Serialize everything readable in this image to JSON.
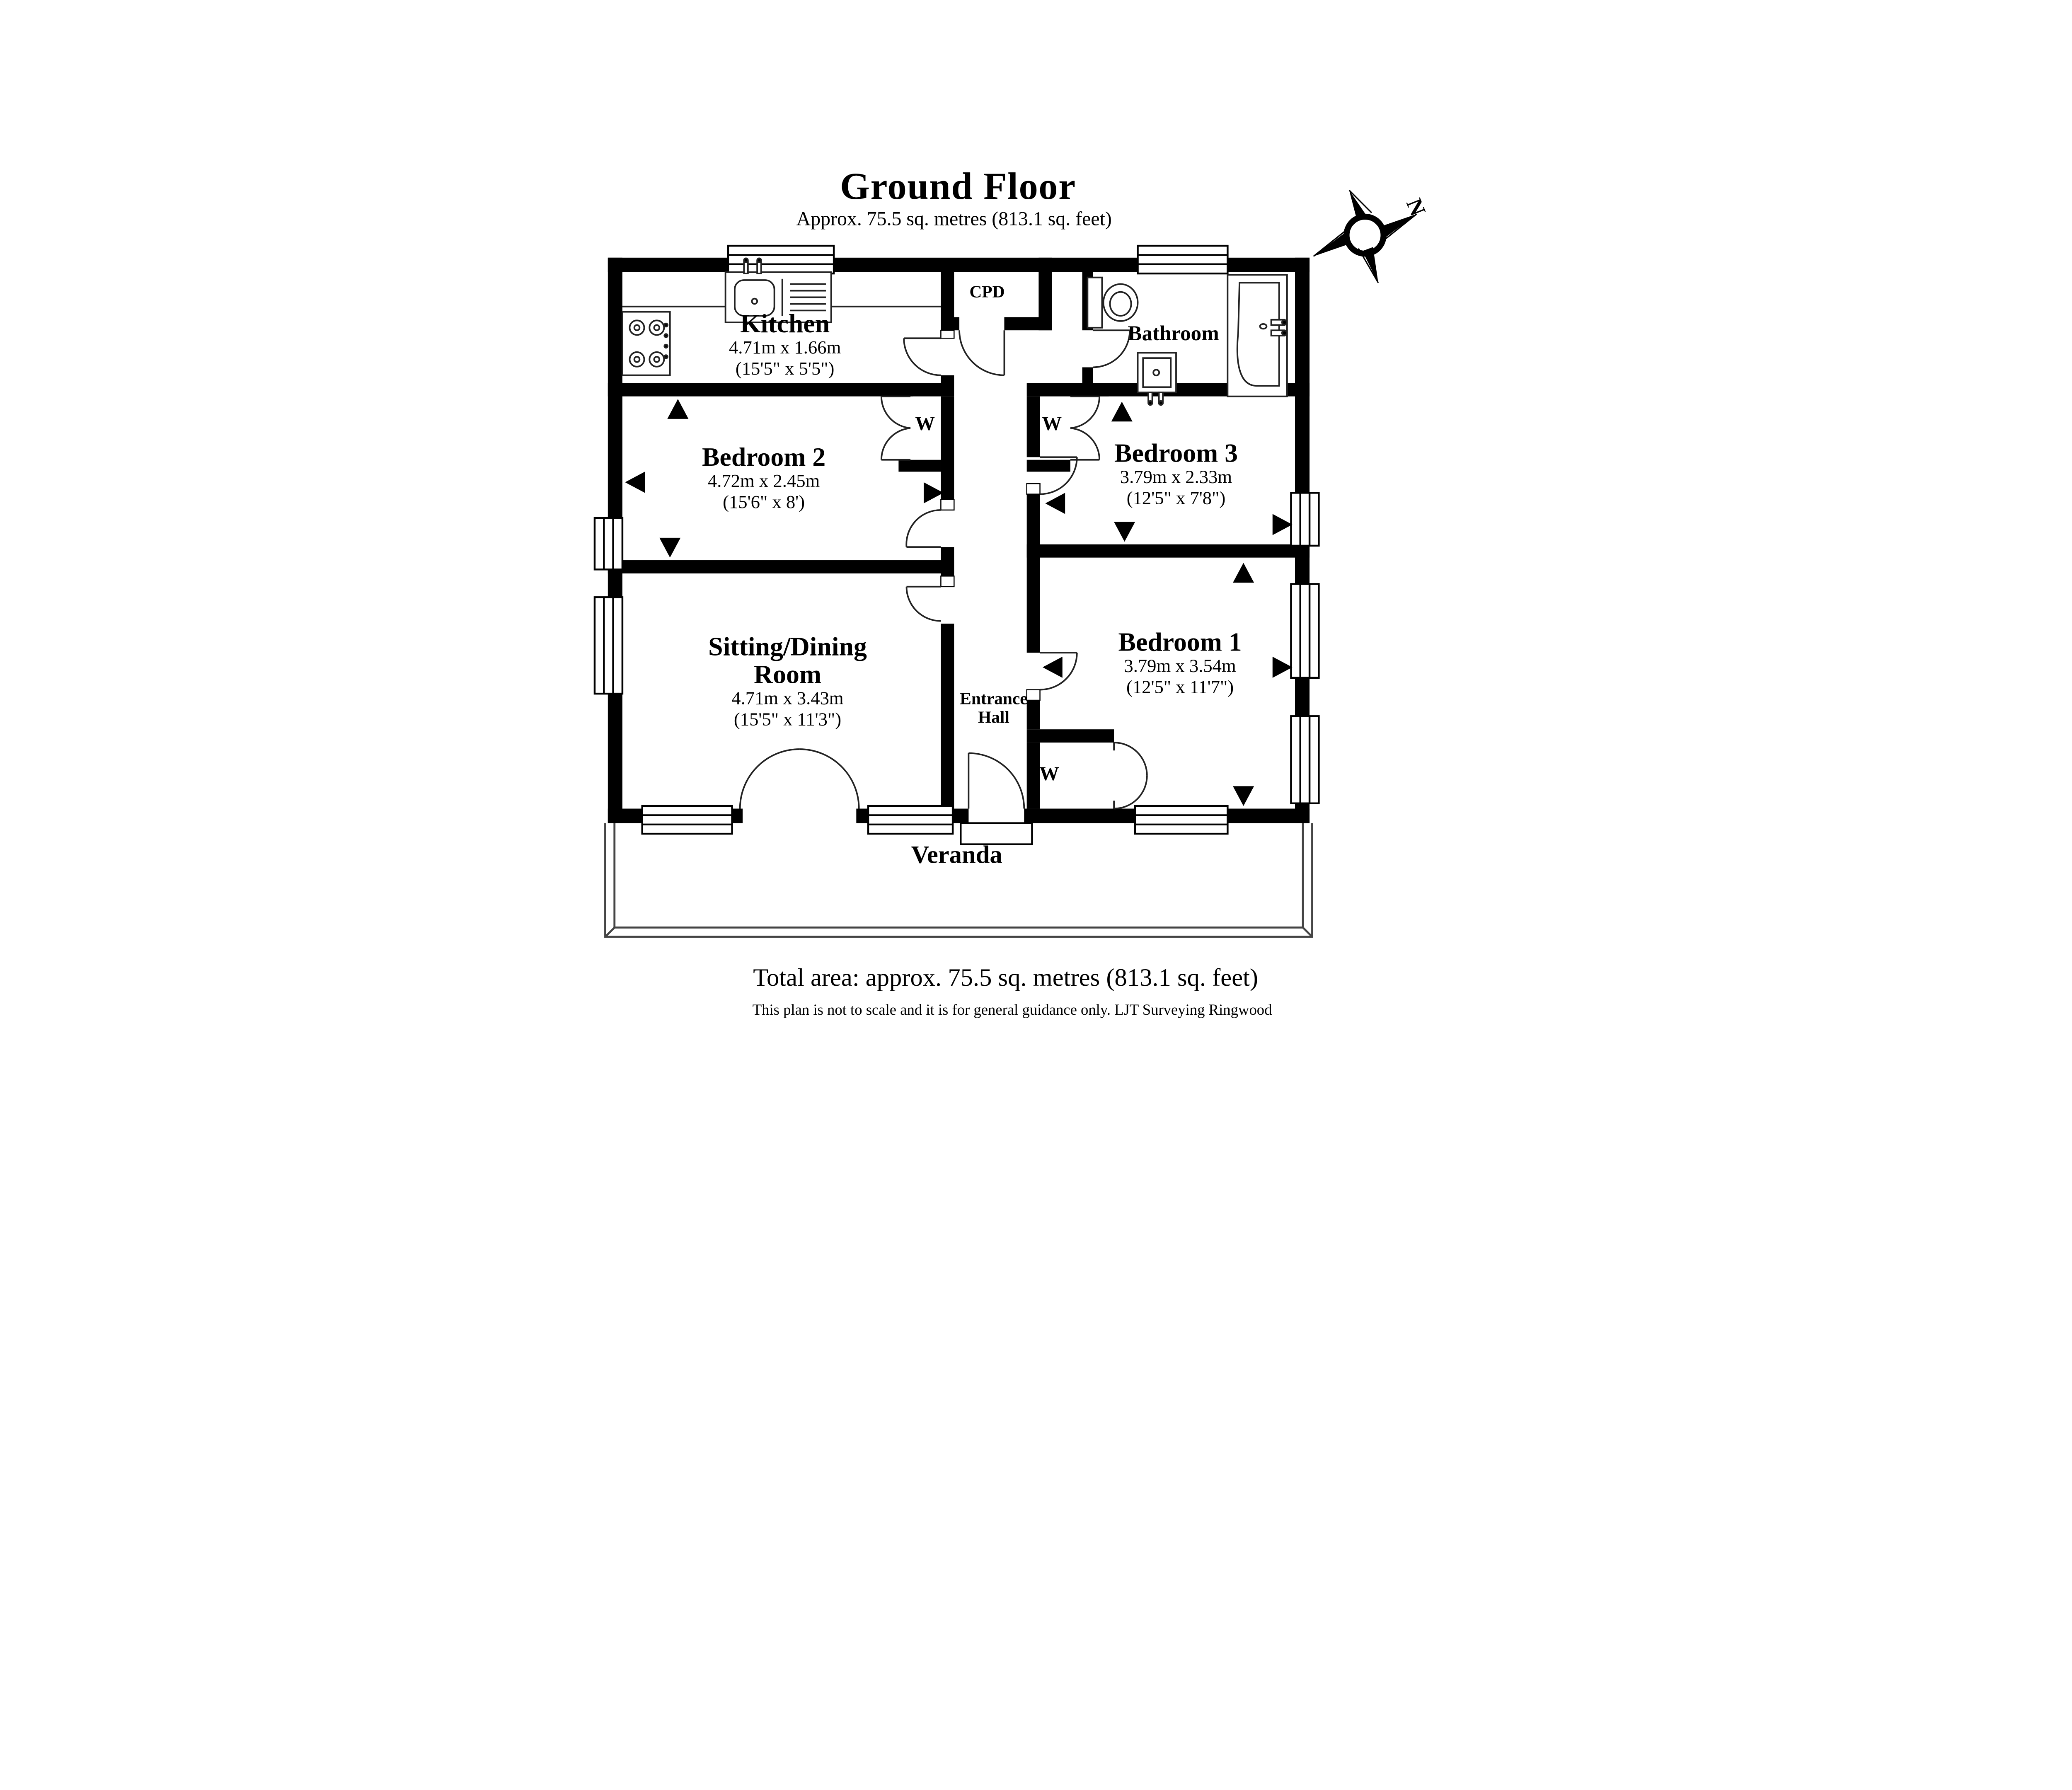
{
  "header": {
    "title": "Ground Floor",
    "subtitle": "Approx. 75.5 sq. metres (813.1 sq. feet)"
  },
  "compass": {
    "north_label": "N"
  },
  "rooms": {
    "kitchen": {
      "name": "Kitchen",
      "dims_metric": "4.71m x 1.66m",
      "dims_imperial": "(15'5\" x 5'5\")"
    },
    "cpd": {
      "name": "CPD"
    },
    "bathroom": {
      "name": "Bathroom"
    },
    "bedroom2": {
      "name": "Bedroom 2",
      "dims_metric": "4.72m x 2.45m",
      "dims_imperial": "(15'6\" x 8')"
    },
    "bedroom3": {
      "name": "Bedroom 3",
      "dims_metric": "3.79m x 2.33m",
      "dims_imperial": "(12'5\" x 7'8\")"
    },
    "sitting_dining": {
      "name_line1": "Sitting/Dining",
      "name_line2": "Room",
      "dims_metric": "4.71m x 3.43m",
      "dims_imperial": "(15'5\" x 11'3\")"
    },
    "entrance_hall": {
      "name_line1": "Entrance",
      "name_line2": "Hall"
    },
    "bedroom1": {
      "name": "Bedroom 1",
      "dims_metric": "3.79m x 3.54m",
      "dims_imperial": "(12'5\" x 11'7\")"
    },
    "veranda": {
      "name": "Veranda"
    }
  },
  "wardrobe_label": "W",
  "footer": {
    "total_area": "Total area: approx. 75.5 sq. metres (813.1 sq. feet)",
    "disclaimer": "This plan is not to scale and it is for general guidance only. LJT Surveying Ringwood"
  }
}
